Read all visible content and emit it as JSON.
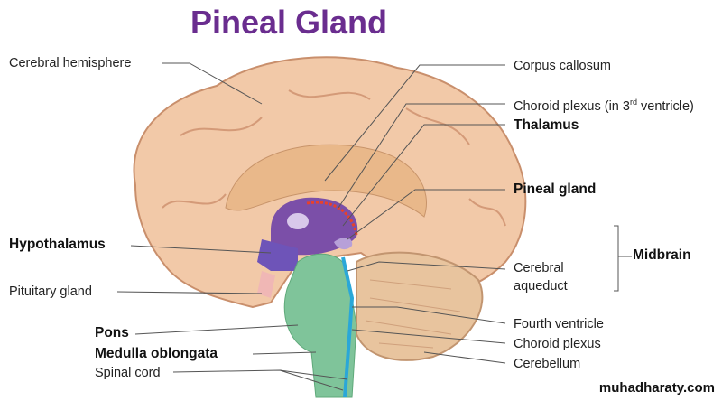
{
  "title": "Pineal Gland",
  "labels": {
    "cerebral_hemisphere": "Cerebral hemisphere",
    "corpus_callosum": "Corpus callosum",
    "choroid_plexus_3rd_prefix": "Choroid plexus (in 3",
    "choroid_plexus_3rd_sup": "rd",
    "choroid_plexus_3rd_suffix": " ventricle)",
    "thalamus": "Thalamus",
    "pineal_gland": "Pineal gland",
    "hypothalamus": "Hypothalamus",
    "midbrain": "Midbrain",
    "cerebral_aqueduct_1": "Cerebral",
    "cerebral_aqueduct_2": "aqueduct",
    "pituitary_gland": "Pituitary gland",
    "pons": "Pons",
    "fourth_ventricle": "Fourth ventricle",
    "choroid_plexus": "Choroid plexus",
    "medulla_oblongata": "Medulla oblongata",
    "cerebellum": "Cerebellum",
    "spinal_cord": "Spinal cord"
  },
  "watermark": "muhadharaty.com",
  "colors": {
    "title": "#6a2d8f",
    "cortex": "#f2c9a8",
    "thalamus": "#7b4fa8",
    "brainstem": "#7fc49a",
    "ventricle": "#2aa7d8",
    "cerebellum": "#e8c49e"
  }
}
